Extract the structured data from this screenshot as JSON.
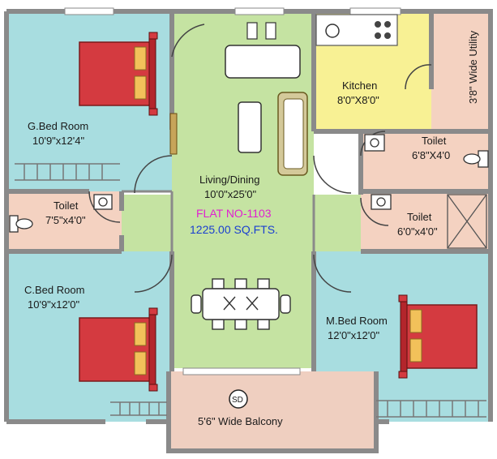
{
  "flat": {
    "number": "FLAT NO-1103",
    "area": "1225.00 SQ.FTS.",
    "number_color": "#e020d0",
    "area_color": "#1a3fd0"
  },
  "rooms": {
    "g_bed": {
      "name": "G.Bed Room",
      "size": "10'9\"x12'4\""
    },
    "living": {
      "name": "Living/Dining",
      "size": "10'0\"x25'0\""
    },
    "kitchen": {
      "name": "Kitchen",
      "size": "8'0\"X8'0\""
    },
    "utility": {
      "name": "3'8\" Wide Utility"
    },
    "toilet_kitchen": {
      "name": "Toilet",
      "size": "6'8\"X4'0"
    },
    "toilet_left": {
      "name": "Toilet",
      "size": "7'5\"x4'0\""
    },
    "toilet_right": {
      "name": "Toilet",
      "size": "6'0\"x4'0\""
    },
    "c_bed": {
      "name": "C.Bed Room",
      "size": "10'9\"x12'0\""
    },
    "m_bed": {
      "name": "M.Bed Room",
      "size": "12'0\"x12'0\""
    },
    "balcony": {
      "name": "5'6\" Wide Balcony",
      "sd_label": "SD"
    }
  },
  "colors": {
    "bedroom": "#a8dde0",
    "living": "#c5e3a2",
    "kitchen": "#f8f194",
    "toilet": "#f4d2c1",
    "balcony": "#efcfc0",
    "wall": "#8a8a8a",
    "bed": "#d43a40"
  }
}
